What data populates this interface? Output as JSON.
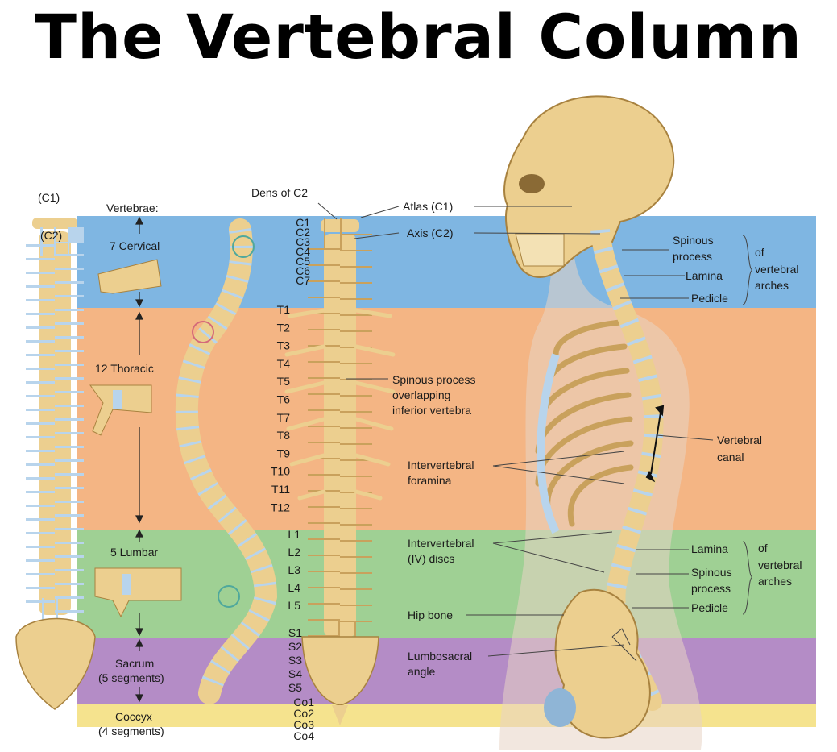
{
  "title": "The Vertebral Column",
  "colors": {
    "cervical": "#7fb6e2",
    "thoracic": "#f4b584",
    "lumbar": "#9fd094",
    "sacrum": "#b48cc6",
    "coccyx": "#f5e38e",
    "bone": "#eccf8f",
    "bone_dark": "#c9a15c",
    "disc": "#b8d4ec",
    "body": "#e8d3c4"
  },
  "left_labels": {
    "c1": "(C1)",
    "c2": "(C2)",
    "vertebrae_heading": "Vertebrae:",
    "cervical": "7 Cervical",
    "thoracic": "12 Thoracic",
    "lumbar": "5 Lumbar",
    "sacrum_line1": "Sacrum",
    "sacrum_line2": "(5 segments)",
    "coccyx_line1": "Coccyx",
    "coccyx_line2": "(4 segments)"
  },
  "posterior_labels": {
    "dens": "Dens of C2",
    "cervical": [
      "C1",
      "C2",
      "C3",
      "C4",
      "C5",
      "C6",
      "C7"
    ],
    "thoracic": [
      "T1",
      "T2",
      "T3",
      "T4",
      "T5",
      "T6",
      "T7",
      "T8",
      "T9",
      "T10",
      "T11",
      "T12"
    ],
    "lumbar": [
      "L1",
      "L2",
      "L3",
      "L4",
      "L5"
    ],
    "sacral": [
      "S1",
      "S2",
      "S3",
      "S4",
      "S5"
    ],
    "coccygeal": [
      "Co1",
      "Co2",
      "Co3",
      "Co4"
    ]
  },
  "callouts": {
    "atlas": "Atlas (C1)",
    "axis": "Axis (C2)",
    "spinous_overlap_1": "Spinous process",
    "spinous_overlap_2": "overlapping",
    "spinous_overlap_3": "inferior vertebra",
    "iv_foramina_1": "Intervertebral",
    "iv_foramina_2": "foramina",
    "iv_discs_1": "Intervertebral",
    "iv_discs_2": "(IV) discs",
    "hip_bone": "Hip bone",
    "lumbosacral_1": "Lumbosacral",
    "lumbosacral_2": "angle"
  },
  "right_labels": {
    "spinous_process_1": "Spinous",
    "spinous_process_2": "process",
    "lamina": "Lamina",
    "pedicle": "Pedicle",
    "of_vertebral_1": "of",
    "of_vertebral_2": "vertebral",
    "of_vertebral_3": "arches",
    "vertebral_canal_1": "Vertebral",
    "vertebral_canal_2": "canal",
    "lamina_lower": "Lamina",
    "spinous_lower_1": "Spinous",
    "spinous_lower_2": "process",
    "pedicle_lower": "Pedicle",
    "of_lower_1": "of",
    "of_lower_2": "vertebral",
    "of_lower_3": "arches"
  }
}
